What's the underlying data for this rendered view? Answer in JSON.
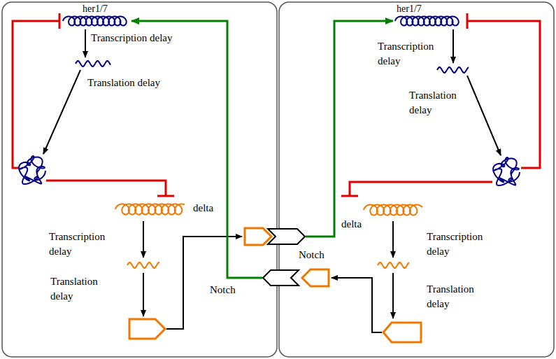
{
  "diagram": {
    "nodes": [
      {
        "text": [
          "her1/7"
        ]
      },
      {
        "text": [
          "her1/7"
        ]
      },
      {
        "text": [
          "delta"
        ]
      },
      {
        "text": [
          "delta"
        ]
      },
      {
        "text": [
          "Notch"
        ]
      },
      {
        "text": [
          "Notch"
        ]
      }
    ],
    "edges": [
      {
        "from": 4,
        "to": 0,
        "arrow": "to"
      },
      {
        "from": 5,
        "to": 1,
        "arrow": "to"
      }
    ],
    "labels": [
      "Transcription delay",
      "Translation delay",
      "Transcription delay",
      "Translation delay",
      "Transcription delay",
      "Translation delay",
      "Transcription delay",
      "Translation delay"
    ]
  }
}
